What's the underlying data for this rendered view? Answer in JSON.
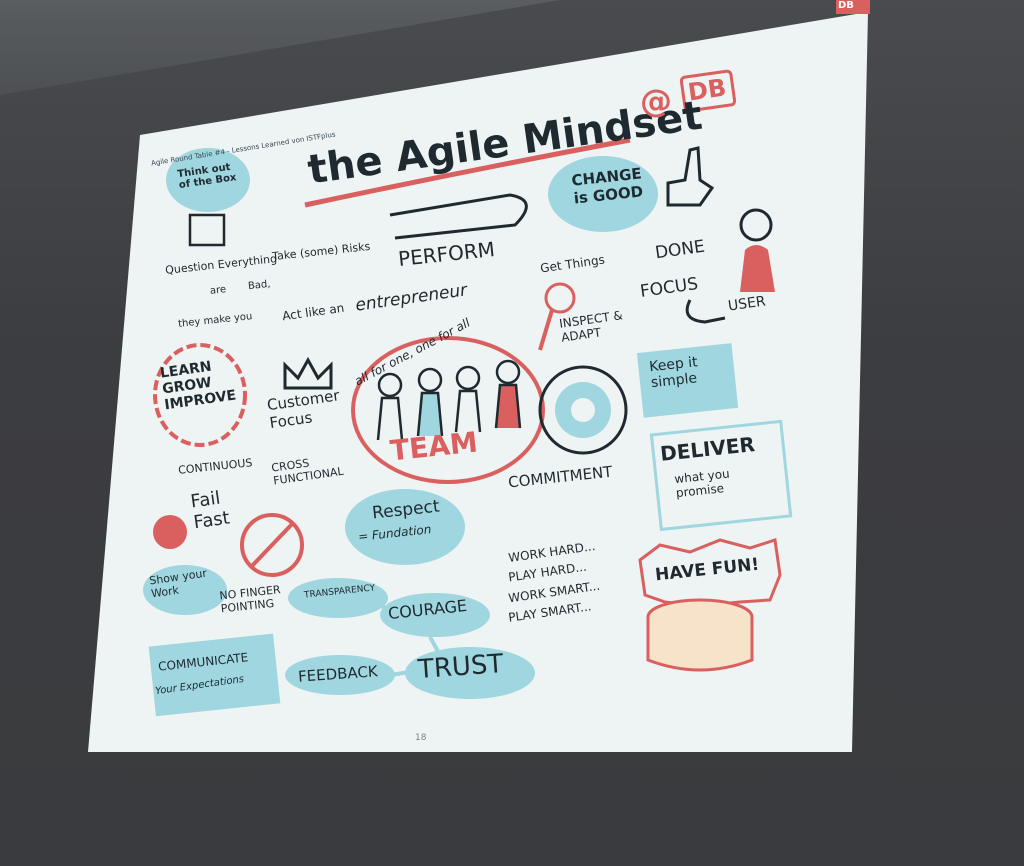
{
  "slide": {
    "header": "Agile Round Table #4 - Lessons Learned von ISTFplus",
    "logo": "DB",
    "title": "the Agile Mindset",
    "title_at": "@",
    "title_logo": "DB",
    "page_number": "18"
  },
  "items": {
    "think": "Think out of the Box",
    "question": "Question Everything",
    "risks": "Take (some) Risks",
    "perform": "PERFORM",
    "change": "CHANGE is GOOD",
    "get_done_1": "Get Things",
    "get_done_2": "DONE",
    "bad_1": "are",
    "bad_2": "Bad,",
    "make_you": "they make you",
    "entrepreneur_1": "Act like an",
    "entrepreneur_2": "entrepreneur",
    "all_for_one": "all for one, one for all",
    "inspect": "INSPECT & ADAPT",
    "focus": "FOCUS",
    "user": "USER",
    "learn": "LEARN GROW IMPROVE",
    "customer": "Customer Focus",
    "team": "TEAM",
    "keep": "Keep it simple",
    "continuous": "CONTINUOUS",
    "cross": "CROSS FUNCTIONAL",
    "commitment": "COMMITMENT",
    "deliver_1": "DELIVER",
    "deliver_2": "what you promise",
    "fail": "Fail Fast",
    "respect_1": "Respect",
    "respect_2": "= Fundation",
    "work_1": "WORK HARD...",
    "work_2": "PLAY HARD...",
    "work_3": "WORK SMART...",
    "work_4": "PLAY SMART...",
    "have_fun": "HAVE FUN!",
    "show_work": "Show your Work",
    "no_finger": "NO FINGER POINTING",
    "transparency": "TRANSPARENCY",
    "courage": "COURAGE",
    "communicate_1": "COMMUNICATE",
    "communicate_2": "Your Expectations",
    "feedback": "FEEDBACK",
    "trust": "TRUST"
  },
  "colors": {
    "ink": "#1f2a30",
    "accent_red": "#d9605f",
    "accent_blue": "#9fd6df",
    "screen": "#eef3f3",
    "wall": "#3d3e41"
  }
}
